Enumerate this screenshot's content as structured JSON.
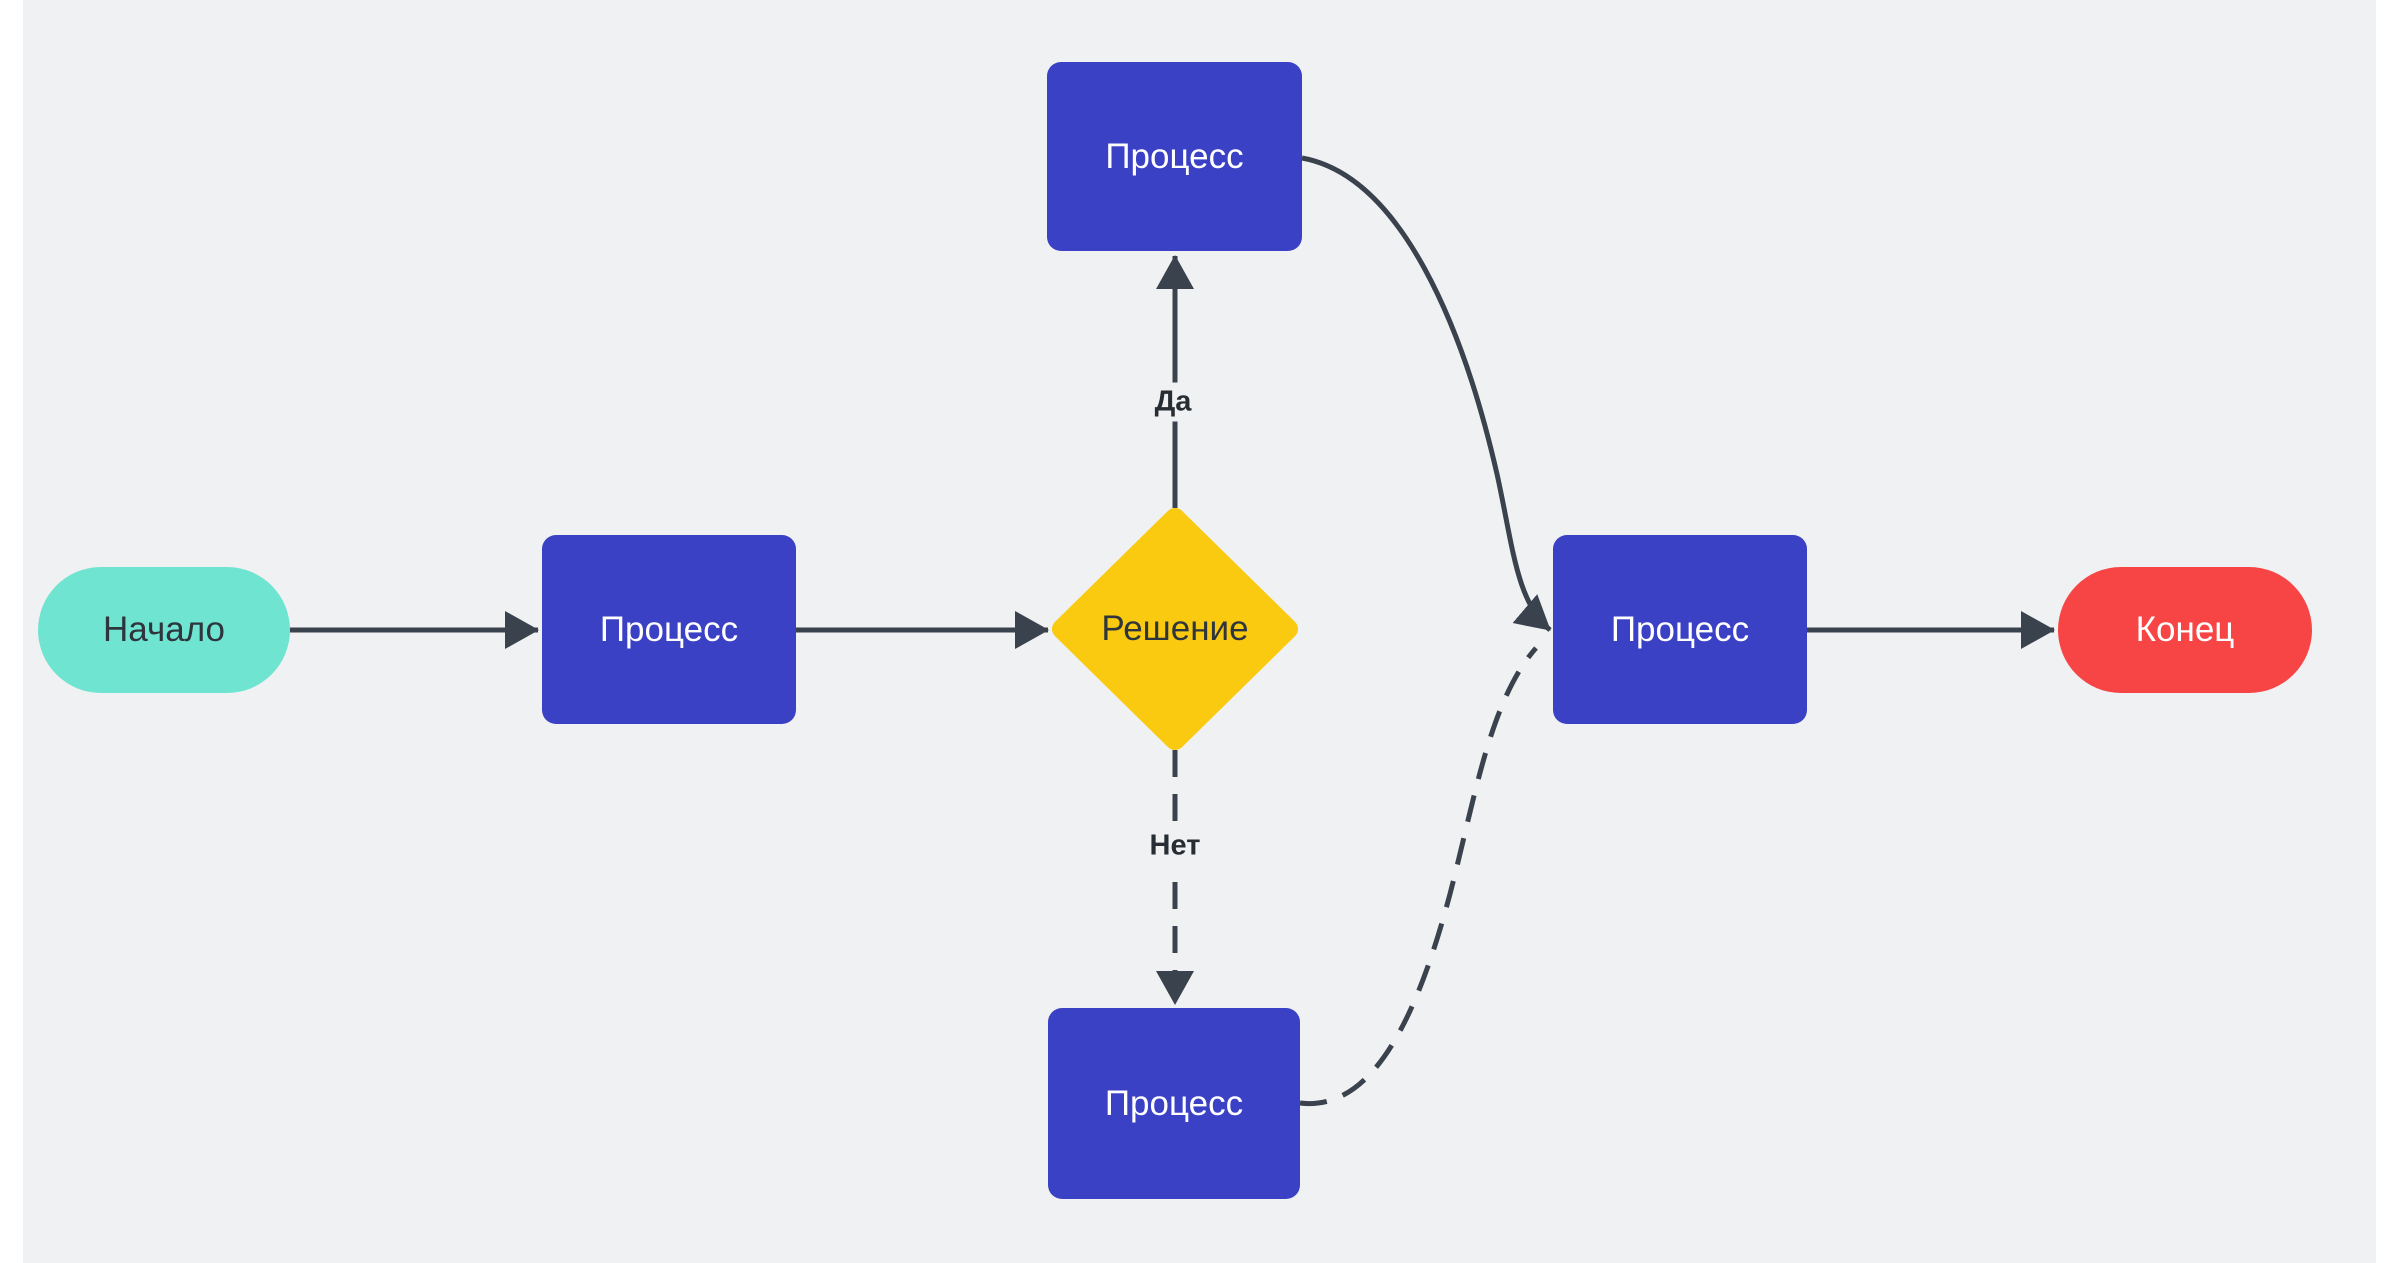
{
  "canvas": {
    "background": "#F0F1F3",
    "page_background": "#FFFFFF"
  },
  "colors": {
    "process": "#3B41C5",
    "decision": "#F9CA10",
    "start": "#6FE4D0",
    "end": "#F74545",
    "connector": "#3A424D",
    "text-dark": "#2E353C",
    "text-light": "#FFFFFF"
  },
  "diagram": {
    "type": "flowchart",
    "direction": "left-to-right",
    "nodes": [
      {
        "id": "start",
        "type": "terminator",
        "shape": "pill",
        "label": "Начало"
      },
      {
        "id": "process-1",
        "type": "process",
        "shape": "rectangle",
        "label": "Процесс"
      },
      {
        "id": "decision-1",
        "type": "decision",
        "shape": "diamond",
        "label": "Решение"
      },
      {
        "id": "process-top",
        "type": "process",
        "shape": "rectangle",
        "label": "Процесс"
      },
      {
        "id": "process-bottom",
        "type": "process",
        "shape": "rectangle",
        "label": "Процесс"
      },
      {
        "id": "process-right",
        "type": "process",
        "shape": "rectangle",
        "label": "Процесс"
      },
      {
        "id": "end",
        "type": "terminator",
        "shape": "pill",
        "label": "Конец"
      }
    ],
    "edges": [
      {
        "from": "start",
        "to": "process-1",
        "style": "solid",
        "label": ""
      },
      {
        "from": "process-1",
        "to": "decision-1",
        "style": "solid",
        "label": ""
      },
      {
        "from": "decision-1",
        "to": "process-top",
        "style": "solid",
        "label": "Да"
      },
      {
        "from": "decision-1",
        "to": "process-bottom",
        "style": "dashed",
        "label": "Нет"
      },
      {
        "from": "process-top",
        "to": "process-right",
        "style": "solid",
        "label": ""
      },
      {
        "from": "process-bottom",
        "to": "process-right",
        "style": "dashed",
        "label": ""
      },
      {
        "from": "process-right",
        "to": "end",
        "style": "solid",
        "label": ""
      }
    ]
  }
}
